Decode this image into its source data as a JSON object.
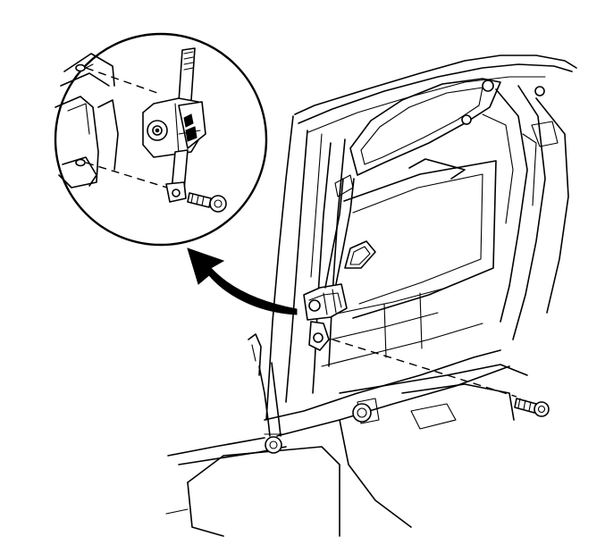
{
  "figure": {
    "background": "#ffffff",
    "line_color": "#000000",
    "parts": [
      "door-opening-frame",
      "seat-belt-retractor",
      "retractor-bolt",
      "seat-belt-lower-anchor",
      "detail-inset-circle",
      "callout-arrow"
    ]
  }
}
